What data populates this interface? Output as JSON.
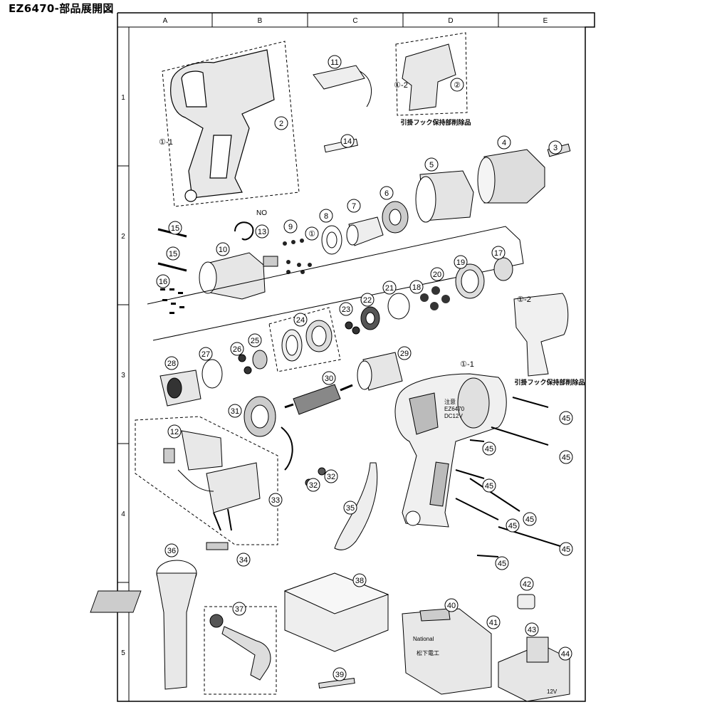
{
  "title": "EZ6470-部品展開図",
  "columns": [
    "A",
    "B",
    "C",
    "D",
    "E"
  ],
  "rows": [
    "1",
    "2",
    "3",
    "4",
    "5"
  ],
  "notes": {
    "hook_removed_top": "引掛フック保持部削除品",
    "hook_removed_right": "引掛フック保持部削除品",
    "no_label": "NO"
  },
  "tool_label": {
    "line1": "注意",
    "line2": "EZ6470",
    "line3": "DC12V"
  },
  "battery_label": "12V",
  "case_brand": "National",
  "case_text": "松下電工",
  "callouts": [
    {
      "id": "c1-1a",
      "text": "①-1"
    },
    {
      "id": "c2a",
      "text": "2"
    },
    {
      "id": "cNO",
      "text": "NO"
    },
    {
      "id": "c11",
      "text": "11"
    },
    {
      "id": "c1-2a",
      "text": "①-2"
    },
    {
      "id": "c2b",
      "text": "②"
    },
    {
      "id": "c14",
      "text": "14"
    },
    {
      "id": "c4",
      "text": "4"
    },
    {
      "id": "c3",
      "text": "3"
    },
    {
      "id": "c5",
      "text": "5"
    },
    {
      "id": "c6",
      "text": "6"
    },
    {
      "id": "c7",
      "text": "7"
    },
    {
      "id": "c8",
      "text": "8"
    },
    {
      "id": "c9",
      "text": "9"
    },
    {
      "id": "c1s",
      "text": "①"
    },
    {
      "id": "c13",
      "text": "13"
    },
    {
      "id": "c15a",
      "text": "15"
    },
    {
      "id": "c10",
      "text": "10"
    },
    {
      "id": "c15b",
      "text": "15"
    },
    {
      "id": "c16",
      "text": "16"
    },
    {
      "id": "c19",
      "text": "19"
    },
    {
      "id": "c17",
      "text": "17"
    },
    {
      "id": "c20",
      "text": "20"
    },
    {
      "id": "c18",
      "text": "18"
    },
    {
      "id": "c21",
      "text": "21"
    },
    {
      "id": "c22",
      "text": "22"
    },
    {
      "id": "c23",
      "text": "23"
    },
    {
      "id": "c24",
      "text": "24"
    },
    {
      "id": "c1-2b",
      "text": "①-2"
    },
    {
      "id": "c25",
      "text": "25"
    },
    {
      "id": "c26",
      "text": "26"
    },
    {
      "id": "c27",
      "text": "27"
    },
    {
      "id": "c28",
      "text": "28"
    },
    {
      "id": "c29",
      "text": "29"
    },
    {
      "id": "c1-1b",
      "text": "①-1"
    },
    {
      "id": "c30",
      "text": "30"
    },
    {
      "id": "c31",
      "text": "31"
    },
    {
      "id": "c45a",
      "text": "45"
    },
    {
      "id": "c45b",
      "text": "45"
    },
    {
      "id": "c45c",
      "text": "45"
    },
    {
      "id": "c45d",
      "text": "45"
    },
    {
      "id": "c45e",
      "text": "45"
    },
    {
      "id": "c45f",
      "text": "45"
    },
    {
      "id": "c45g",
      "text": "45"
    },
    {
      "id": "c45h",
      "text": "45"
    },
    {
      "id": "c12",
      "text": "12"
    },
    {
      "id": "c32a",
      "text": "32"
    },
    {
      "id": "c32b",
      "text": "32"
    },
    {
      "id": "c33",
      "text": "33"
    },
    {
      "id": "c35",
      "text": "35"
    },
    {
      "id": "c34",
      "text": "34"
    },
    {
      "id": "c36",
      "text": "36"
    },
    {
      "id": "c37",
      "text": "37"
    },
    {
      "id": "c38",
      "text": "38"
    },
    {
      "id": "c39",
      "text": "39"
    },
    {
      "id": "c40",
      "text": "40"
    },
    {
      "id": "c41",
      "text": "41"
    },
    {
      "id": "c42",
      "text": "42"
    },
    {
      "id": "c43",
      "text": "43"
    },
    {
      "id": "c44",
      "text": "44"
    }
  ]
}
